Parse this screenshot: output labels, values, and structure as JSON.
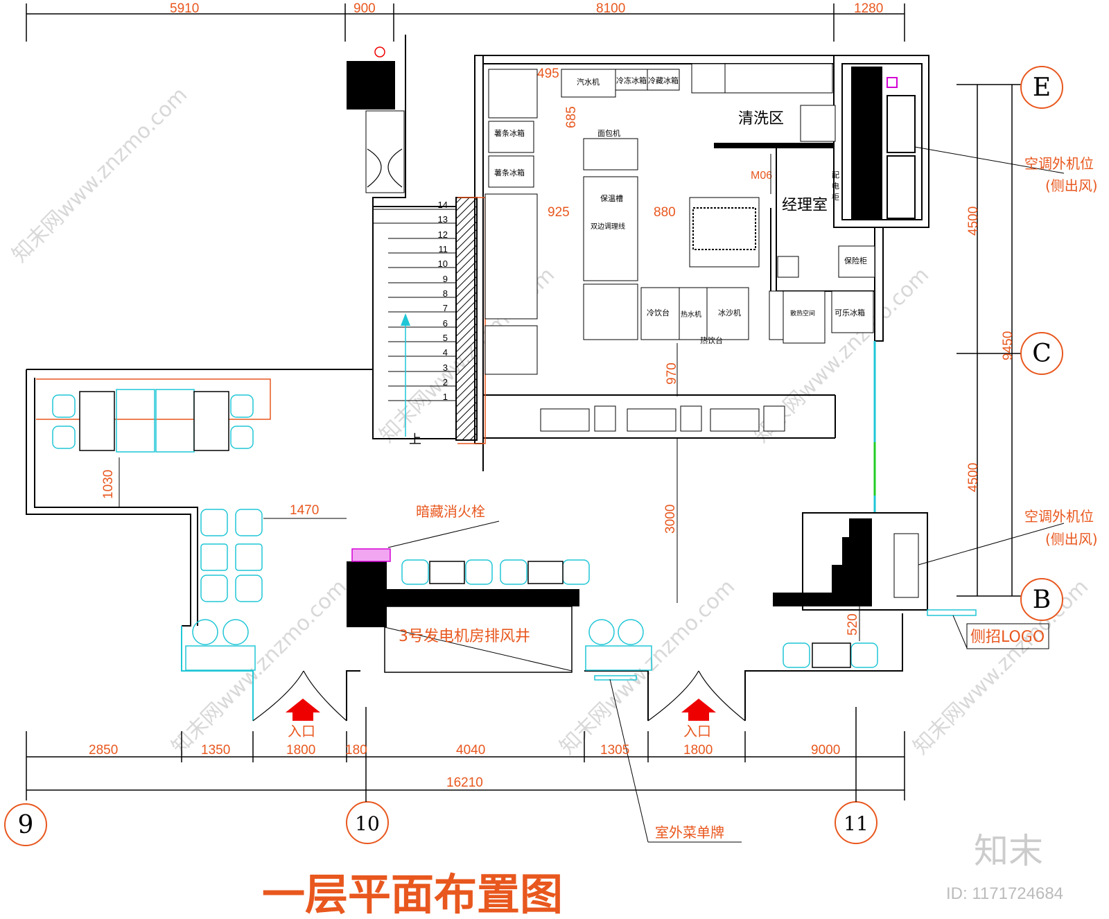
{
  "title": "一层平面布置图",
  "dims_top": [
    "5910",
    "900",
    "8100",
    "1280"
  ],
  "dims_bottom": [
    "2850",
    "1350",
    "1800",
    "180",
    "4040",
    "1305",
    "1800",
    "9000"
  ],
  "dim_total": "16210",
  "dims_right": [
    "4500",
    "4500",
    "9450"
  ],
  "dims_inner": {
    "d495": "495",
    "d685": "685",
    "d925": "925",
    "d880": "880",
    "d970": "970",
    "d1030": "1030",
    "d1470": "1470",
    "d3000": "3000",
    "d520": "520",
    "m06": "M06"
  },
  "axes": {
    "E": "E",
    "C": "C",
    "B": "B",
    "a9": "9",
    "a10": "10",
    "a11": "11"
  },
  "rooms": {
    "wash": "清洗区",
    "manager": "经理室"
  },
  "equipment": {
    "steam": "汽水机",
    "freeze": "冷冻冰箱",
    "fridge": "冷藏冰箱",
    "fries1": "薯条冰箱",
    "fries2": "薯条冰箱",
    "bread": "面包机",
    "hold1": "保温槽",
    "double": "双边调理线",
    "cold": "冷饮台",
    "hotwater": "热水机",
    "slush": "冰沙机",
    "hotdrink": "热饮台",
    "cola": "可乐冰箱",
    "safe": "保险柜",
    "power1": "配",
    "power2": "电",
    "power3": "柜",
    "heat": "散热空间"
  },
  "stairs": [
    "14",
    "13",
    "12",
    "11",
    "10",
    "9",
    "8",
    "7",
    "6",
    "5",
    "4",
    "3",
    "2",
    "1"
  ],
  "stair_up": "上",
  "notes": {
    "ac1a": "空调外机位",
    "ac1b": "(侧出风)",
    "ac2a": "空调外机位",
    "ac2b": "(侧出风)",
    "hydrant": "暗藏消火栓",
    "shaft": "3号发电机房排风井",
    "logo": "侧招LOGO",
    "menu": "室外菜单牌",
    "entry1": "入口",
    "entry2": "入口"
  },
  "watermark": "知末网www.znzmo.com",
  "brand": "知末",
  "image_id": "ID: 1171724684",
  "colors": {
    "dim": "#e8571e",
    "furniture": "#1fc6d6",
    "wall": "#000000",
    "accent": "#d400d4",
    "green": "#22cc22"
  }
}
